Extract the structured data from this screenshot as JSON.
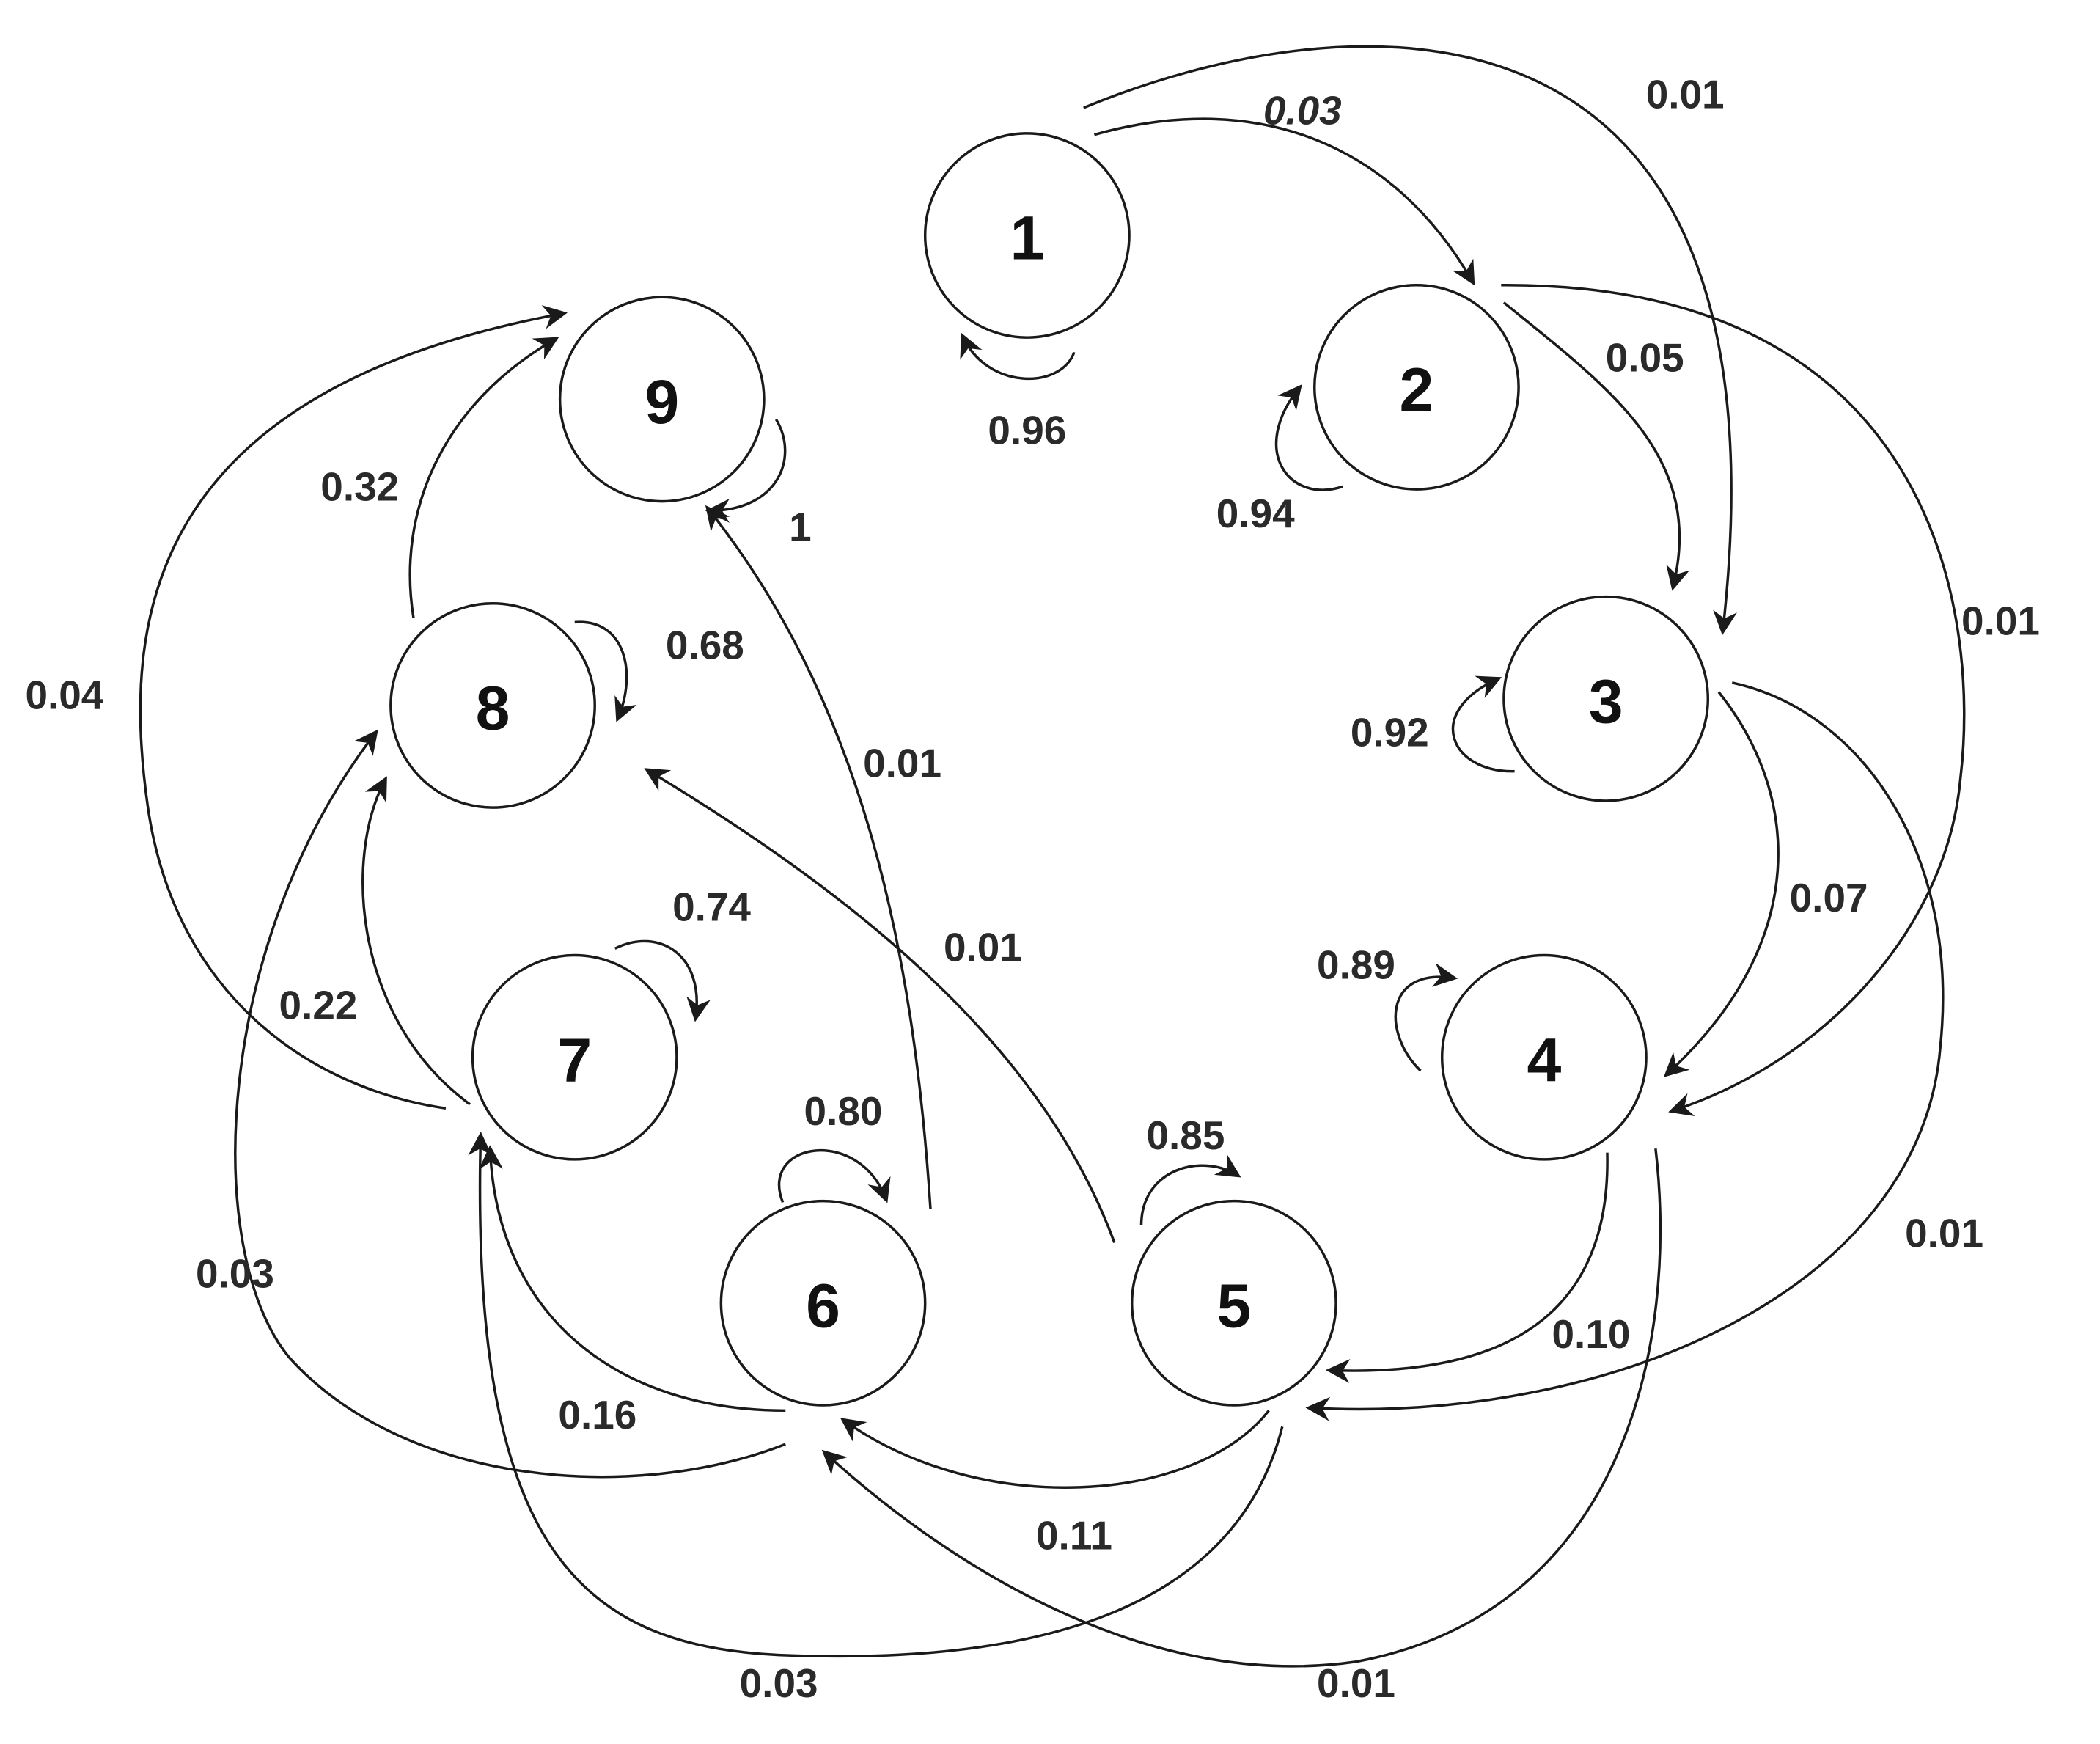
{
  "nodes": [
    {
      "id": "1",
      "label": "1"
    },
    {
      "id": "2",
      "label": "2"
    },
    {
      "id": "3",
      "label": "3"
    },
    {
      "id": "4",
      "label": "4"
    },
    {
      "id": "5",
      "label": "5"
    },
    {
      "id": "6",
      "label": "6"
    },
    {
      "id": "7",
      "label": "7"
    },
    {
      "id": "8",
      "label": "8"
    },
    {
      "id": "9",
      "label": "9"
    }
  ],
  "edges": [
    {
      "from": "1",
      "to": "1",
      "label": "0.96"
    },
    {
      "from": "1",
      "to": "2",
      "label": "0.03"
    },
    {
      "from": "1",
      "to": "3",
      "label": "0.01"
    },
    {
      "from": "2",
      "to": "2",
      "label": "0.94"
    },
    {
      "from": "2",
      "to": "3",
      "label": "0.05"
    },
    {
      "from": "2",
      "to": "4",
      "label": "0.01"
    },
    {
      "from": "3",
      "to": "3",
      "label": "0.92"
    },
    {
      "from": "3",
      "to": "4",
      "label": "0.07"
    },
    {
      "from": "3",
      "to": "5",
      "label": "0.01"
    },
    {
      "from": "4",
      "to": "4",
      "label": "0.89"
    },
    {
      "from": "4",
      "to": "5",
      "label": "0.10"
    },
    {
      "from": "4",
      "to": "6",
      "label": "0.01"
    },
    {
      "from": "5",
      "to": "5",
      "label": "0.85"
    },
    {
      "from": "5",
      "to": "6",
      "label": "0.11"
    },
    {
      "from": "5",
      "to": "7",
      "label": "0.03"
    },
    {
      "from": "5",
      "to": "8",
      "label": "0.01"
    },
    {
      "from": "6",
      "to": "6",
      "label": "0.80"
    },
    {
      "from": "6",
      "to": "7",
      "label": "0.16"
    },
    {
      "from": "6",
      "to": "8",
      "label": "0.03"
    },
    {
      "from": "6",
      "to": "9",
      "label": "0.01"
    },
    {
      "from": "7",
      "to": "7",
      "label": "0.74"
    },
    {
      "from": "7",
      "to": "8",
      "label": "0.22"
    },
    {
      "from": "7",
      "to": "9",
      "label": "0.04"
    },
    {
      "from": "8",
      "to": "8",
      "label": "0.68"
    },
    {
      "from": "8",
      "to": "9",
      "label": "0.32"
    },
    {
      "from": "9",
      "to": "9",
      "label": "1"
    }
  ],
  "colors": {
    "stroke": "#1a1a1a",
    "text": "#111111",
    "background": "#ffffff"
  }
}
